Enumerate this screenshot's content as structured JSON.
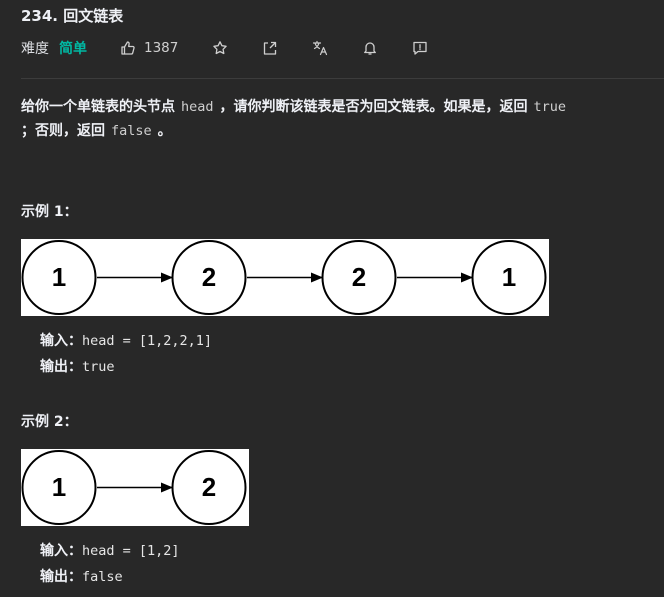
{
  "problem": {
    "title": "234. 回文链表",
    "difficulty_label": "难度",
    "difficulty": "简单",
    "likes": "1387"
  },
  "toolbar": {
    "icons": [
      "thumbs-up-icon",
      "star-icon",
      "share-icon",
      "translate-icon",
      "bell-icon",
      "feedback-icon"
    ]
  },
  "description": {
    "part1": "给你一个单链表的头节点",
    "code_head": "head",
    "part2": "，请你判断该链表是否为回文链表。如果是，返回",
    "code_true": "true",
    "part3": "；否则，返回",
    "code_false": "false",
    "part4": "。"
  },
  "examples": [
    {
      "title": "示例 1：",
      "nodes": [
        "1",
        "2",
        "2",
        "1"
      ],
      "input_label": "输入：",
      "input_value": "head = [1,2,2,1]",
      "output_label": "输出：",
      "output_value": "true"
    },
    {
      "title": "示例 2：",
      "nodes": [
        "1",
        "2"
      ],
      "input_label": "输入：",
      "input_value": "head = [1,2]",
      "output_label": "输出：",
      "output_value": "false"
    }
  ],
  "colors": {
    "background": "#282828",
    "text": "#eff1f6",
    "easy": "#00b8a3",
    "diagram_bg": "#ffffff"
  }
}
